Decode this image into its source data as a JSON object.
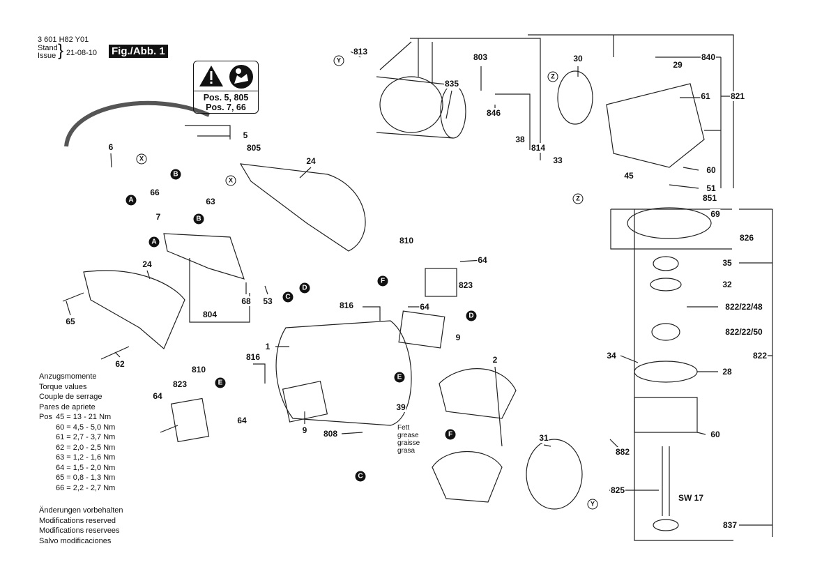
{
  "header": {
    "part_number": "3 601 H82 Y01",
    "stand_label": "Stand",
    "issue_label": "Issue",
    "date": "21-08-10",
    "figure": "Fig./Abb. 1"
  },
  "warning": {
    "icons": [
      "warning-triangle-icon",
      "read-manual-icon"
    ],
    "line1": "Pos. 5, 805",
    "line2": "Pos. 7, 66"
  },
  "torque": {
    "titles": [
      "Anzugsmomente",
      "Torque values",
      "Couple de serrage",
      "Pares de apriete"
    ],
    "pos_label": "Pos",
    "rows": [
      {
        "pos": "45",
        "value": "13 - 21 Nm"
      },
      {
        "pos": "60",
        "value": "4,5 - 5,0 Nm"
      },
      {
        "pos": "61",
        "value": "2,7 - 3,7 Nm"
      },
      {
        "pos": "62",
        "value": "2,0 - 2,5 Nm"
      },
      {
        "pos": "63",
        "value": "1,2 - 1,6 Nm"
      },
      {
        "pos": "64",
        "value": "1,5 - 2,0 Nm"
      },
      {
        "pos": "65",
        "value": "0,8 - 1,3 Nm"
      },
      {
        "pos": "66",
        "value": "2,2 - 2,7 Nm"
      }
    ]
  },
  "footer": [
    "Änderungen vorbehalten",
    "Modifications reserved",
    "Modifications reservees",
    "Salvo modificaciones"
  ],
  "grease": [
    "Fett",
    "grease",
    "graisse",
    "grasa"
  ],
  "parts": [
    "813",
    "803",
    "835",
    "846",
    "38",
    "814",
    "33",
    "30",
    "840",
    "29",
    "821",
    "61",
    "60",
    "51",
    "851",
    "45",
    "69",
    "826",
    "35",
    "32",
    "822/22/48",
    "822/22/50",
    "34",
    "28",
    "822",
    "60",
    "882",
    "825",
    "SW 17",
    "837",
    "31",
    "2",
    "39",
    "808",
    "9",
    "9",
    "1",
    "816",
    "810",
    "823",
    "64",
    "64",
    "810",
    "64",
    "823",
    "816",
    "64",
    "24",
    "24",
    "6",
    "5",
    "805",
    "66",
    "63",
    "7",
    "68",
    "53",
    "804",
    "65",
    "62"
  ],
  "markers": [
    "Y",
    "Z",
    "Z",
    "Y",
    "X",
    "X",
    "A",
    "A",
    "B",
    "B",
    "C",
    "C",
    "D",
    "D",
    "E",
    "E",
    "F",
    "F"
  ]
}
